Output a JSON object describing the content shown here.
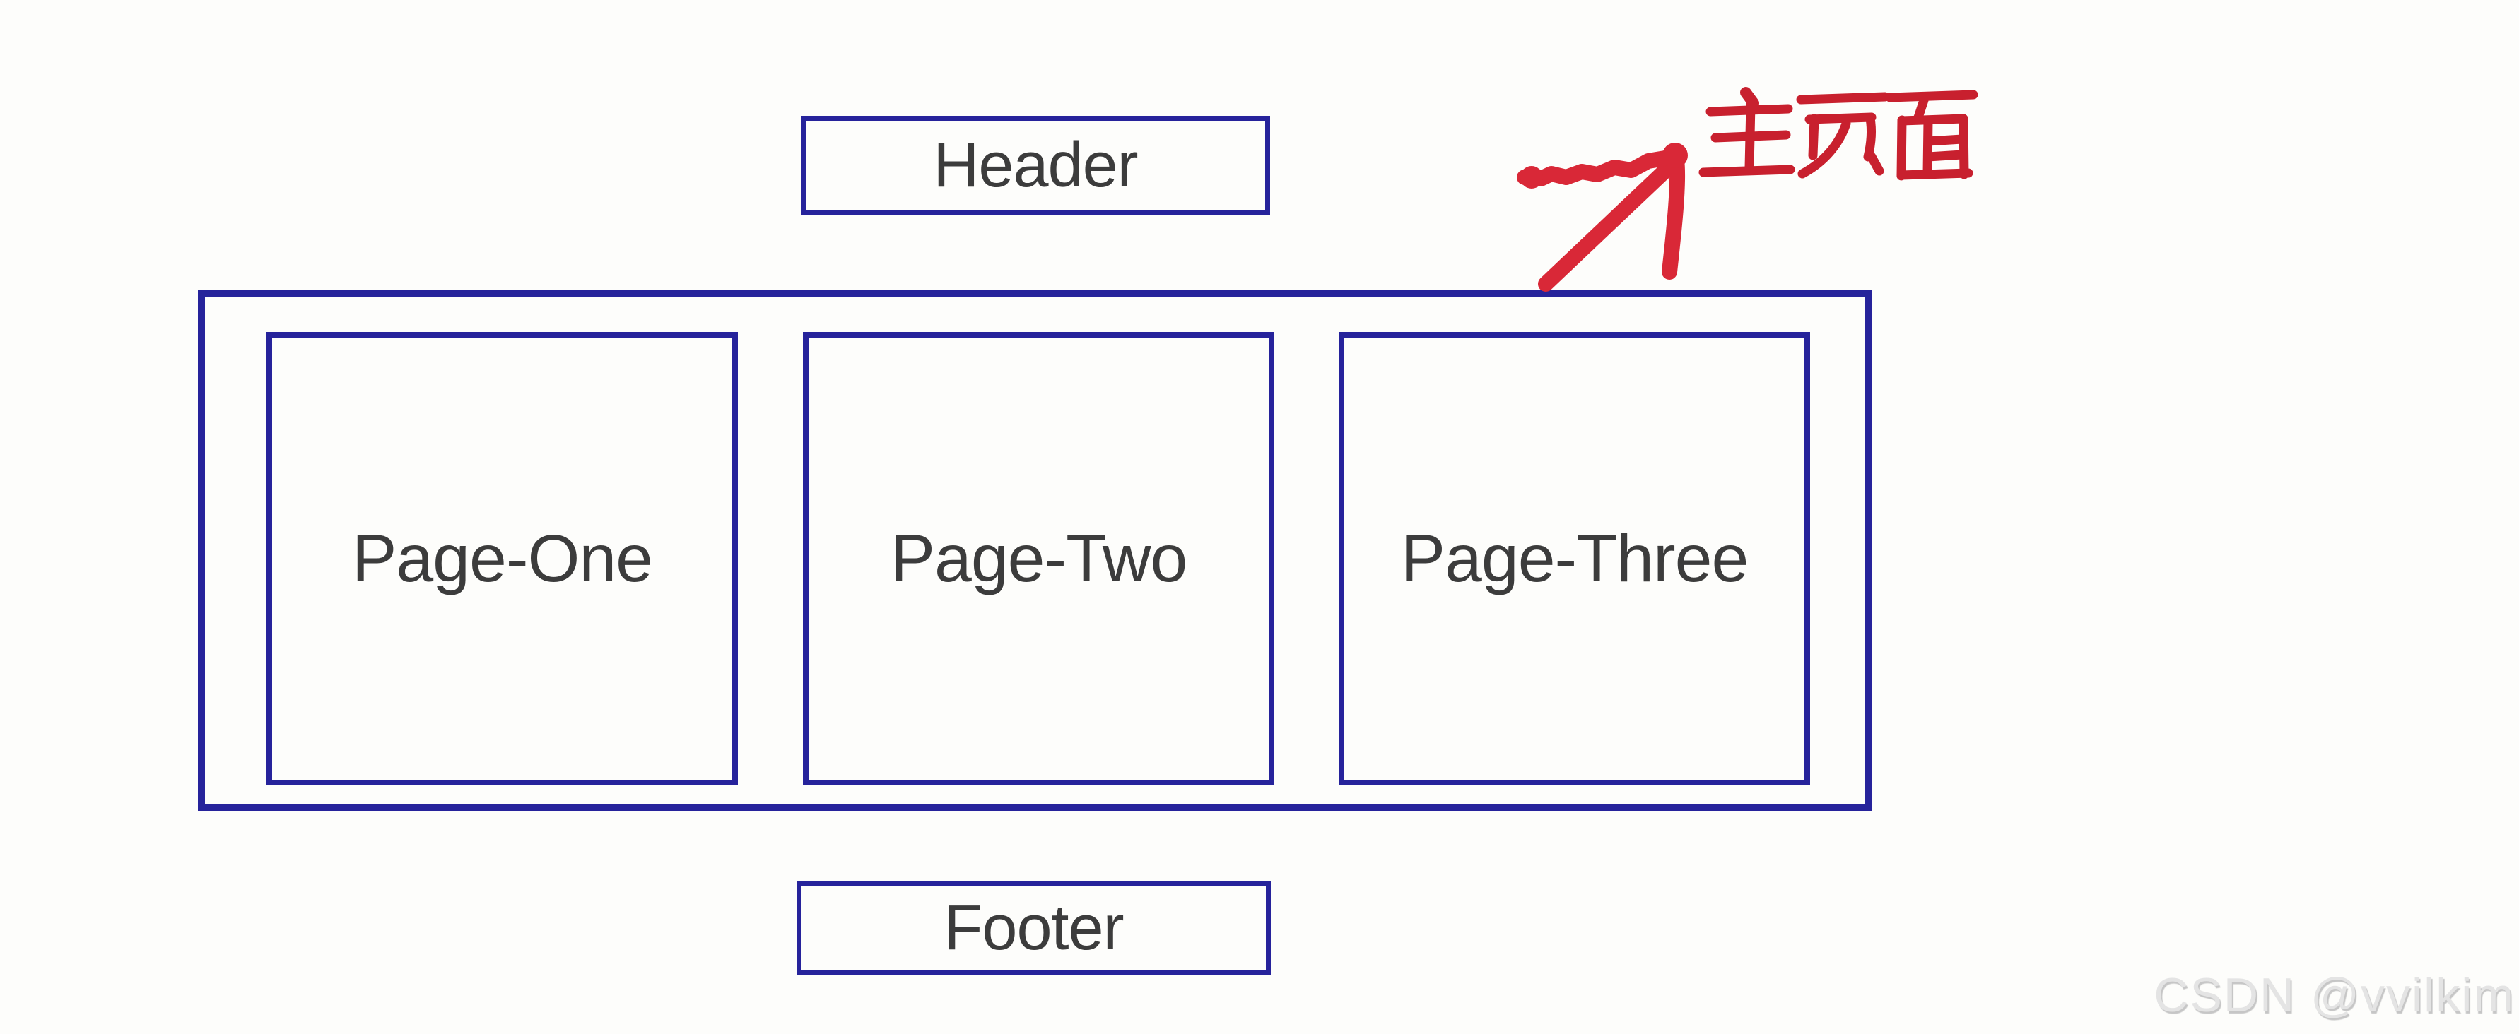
{
  "colors": {
    "border-navy": "#26239b",
    "label-gray": "#3c3c3c",
    "annotation-red": "#c8202e",
    "arrow-red": "#d92837",
    "watermark-gray": "#e4e4e4",
    "watermark-shadow": "#c6c6c6",
    "bg": "#fdfdfb"
  },
  "diagram": {
    "header": {
      "label": "Header"
    },
    "pages": [
      {
        "label": "Page-One"
      },
      {
        "label": "Page-Two"
      },
      {
        "label": "Page-Three"
      }
    ],
    "footer": {
      "label": "Footer"
    }
  },
  "annotation": {
    "text": "主页面",
    "arrow_direction": "up-right"
  },
  "watermark": {
    "text": "CSDN @vvilkim"
  }
}
